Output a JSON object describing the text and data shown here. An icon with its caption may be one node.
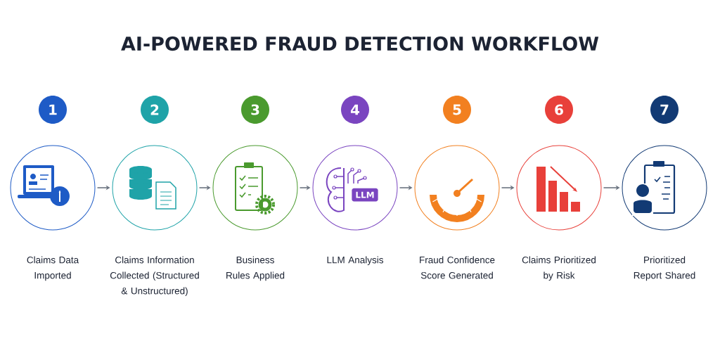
{
  "diagram": {
    "title": "AI-POWERED FRAUD DETECTION WORKFLOW",
    "nodes": [
      {
        "text": [
          "1",
          "Claims Data Imported"
        ]
      },
      {
        "text": [
          "2",
          "Claims Information Collected (Structured & Unstructured)"
        ]
      },
      {
        "text": [
          "3",
          "Business Rules Applied"
        ]
      },
      {
        "text": [
          "4",
          "LLM",
          "LLM Analysis"
        ]
      },
      {
        "text": [
          "5",
          "Fraud Confidence Score Generated"
        ]
      },
      {
        "text": [
          "6",
          "Claims Prioritized by Risk"
        ]
      },
      {
        "text": [
          "7",
          "Prioritized Report Shared"
        ]
      }
    ],
    "edges": [
      {
        "from": 0,
        "to": 1,
        "arrow": "to"
      },
      {
        "from": 1,
        "to": 2,
        "arrow": "to"
      },
      {
        "from": 2,
        "to": 3,
        "arrow": "to"
      },
      {
        "from": 3,
        "to": 4,
        "arrow": "to"
      },
      {
        "from": 4,
        "to": 5,
        "arrow": "to"
      },
      {
        "from": 5,
        "to": 6,
        "arrow": "to"
      }
    ]
  }
}
